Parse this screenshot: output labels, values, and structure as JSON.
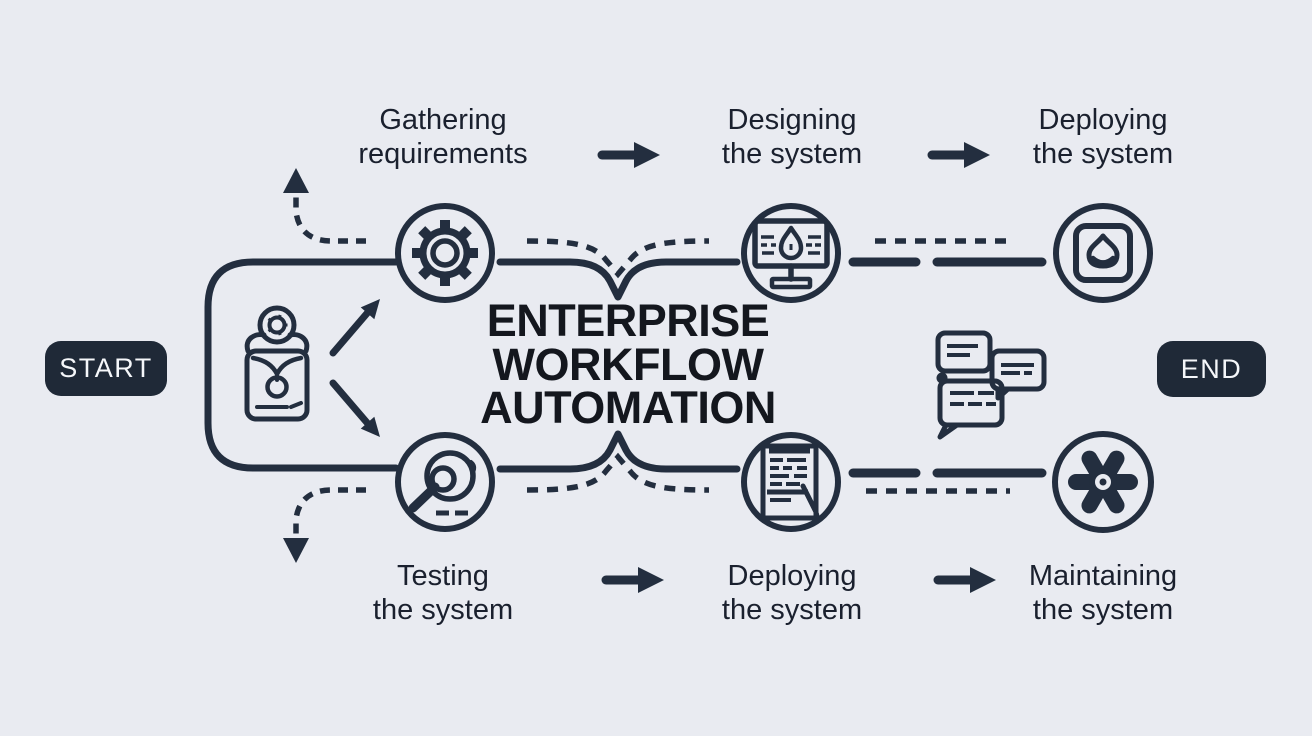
{
  "title": {
    "line1": "ENTERPRISE",
    "line2": "WORKFLOW",
    "line3": "AUTOMATION"
  },
  "start_button": {
    "label": "START"
  },
  "end_button": {
    "label": "END"
  },
  "steps": {
    "top": [
      {
        "line1": "Gathering",
        "line2": "requirements",
        "icon": "gear-icon"
      },
      {
        "line1": "Designing",
        "line2": "the system",
        "icon": "design-monitor-icon"
      },
      {
        "line1": "Deploying",
        "line2": "the system",
        "icon": "package-droplet-icon"
      }
    ],
    "bottom": [
      {
        "line1": "Testing",
        "line2": "the system",
        "icon": "magnifier-debug-icon"
      },
      {
        "line1": "Deploying",
        "line2": "the system",
        "icon": "document-pen-icon"
      },
      {
        "line1": "Maintaining",
        "line2": "the system",
        "icon": "cog-flower-icon"
      }
    ]
  },
  "icons": {
    "left_figure": "person-laptop-icon",
    "right_figure": "chat-bubbles-icon",
    "flow_arrows": "arrow-right-icon",
    "branch_arrows": "diagonal-arrow-icon",
    "loop_arrows": "dashed-curve-arrow-icon"
  },
  "colors": {
    "background": "#e9ebf1",
    "ink": "#232e3f",
    "button_bg": "#1f2937",
    "button_text": "#f5f7fa",
    "title_text": "#14171e",
    "label_text": "#1a202e"
  }
}
